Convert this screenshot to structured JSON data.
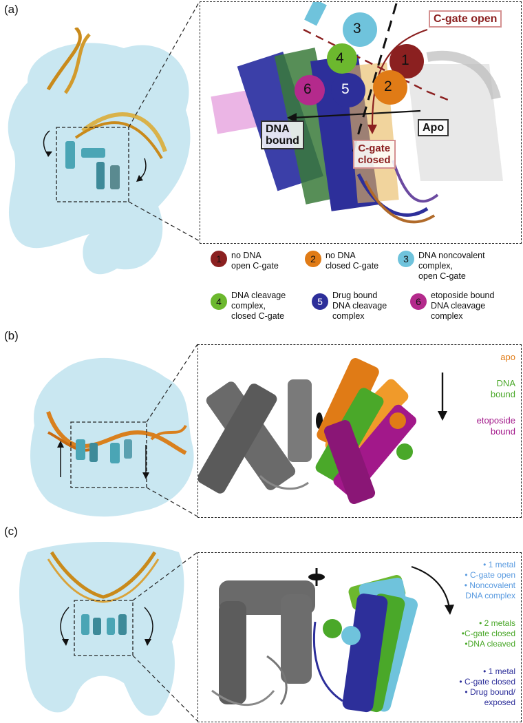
{
  "panels": {
    "a": {
      "label": "(a)",
      "callouts": {
        "c_gate_open": "C-gate open",
        "c_gate_closed_line1": "C-gate",
        "c_gate_closed_line2": "closed",
        "dna_bound_line1": "DNA",
        "dna_bound_line2": "bound",
        "apo": "Apo"
      },
      "markers": [
        "1",
        "2",
        "3",
        "4",
        "5",
        "6"
      ],
      "legend": [
        {
          "num": "1",
          "color": "#8b2020",
          "lines": [
            "no DNA",
            "open C-gate"
          ]
        },
        {
          "num": "2",
          "color": "#e07b16",
          "lines": [
            "no DNA",
            "closed C-gate"
          ]
        },
        {
          "num": "3",
          "color": "#6fc3dc",
          "lines": [
            "DNA noncovalent",
            "complex,",
            "open C-gate"
          ]
        },
        {
          "num": "4",
          "color": "#6cb82e",
          "lines": [
            "DNA cleavage",
            "complex,",
            "closed C-gate"
          ]
        },
        {
          "num": "5",
          "color": "#2d2f9a",
          "lines": [
            "Drug bound",
            "DNA cleavage",
            "complex"
          ]
        },
        {
          "num": "6",
          "color": "#b42a8c",
          "lines": [
            "etoposide bound",
            "DNA cleavage",
            "complex"
          ]
        }
      ]
    },
    "b": {
      "label": "(b)",
      "states": [
        {
          "lines": [
            "apo"
          ],
          "color": "#e07b16"
        },
        {
          "lines": [
            "DNA",
            "bound"
          ],
          "color": "#4aa829"
        },
        {
          "lines": [
            "etoposide",
            "bound"
          ],
          "color": "#a2188a"
        }
      ]
    },
    "c": {
      "label": "(c)",
      "groups": [
        {
          "color": "#5a9be0",
          "lines": [
            "• 1 metal",
            "• C-gate open",
            "• Noncovalent",
            "DNA complex"
          ]
        },
        {
          "color": "#4aa829",
          "lines": [
            "• 2 metals",
            "•C-gate closed",
            "•DNA cleaved"
          ]
        },
        {
          "color": "#2d2f9a",
          "lines": [
            "• 1 metal",
            "• C-gate closed",
            "• Drug bound/",
            "exposed"
          ]
        }
      ]
    }
  }
}
